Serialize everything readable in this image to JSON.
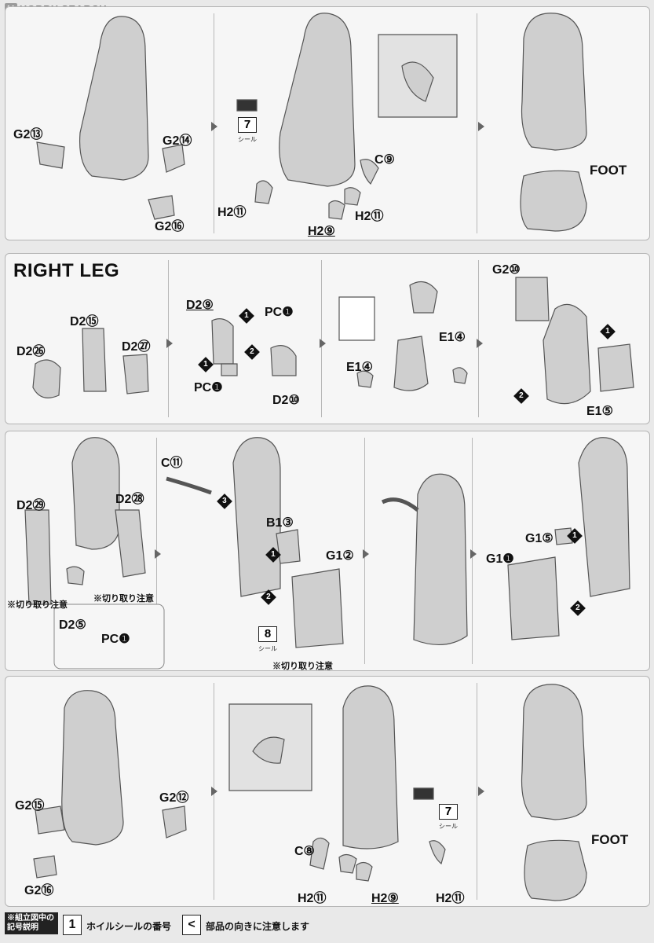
{
  "watermark": "HOBBY SEARCH",
  "section_title": "RIGHT LEG",
  "row1": {
    "s1": [
      "G2⑬",
      "G2⑭",
      "G2⑯"
    ],
    "s2": {
      "sticker_num": "7",
      "sticker_caption": "シール",
      "parts": [
        "C⑨",
        "H2⑪",
        "H2⑨",
        "H2⑪"
      ]
    },
    "s3": {
      "foot": "FOOT"
    }
  },
  "row2": {
    "s1": [
      "D2⑮",
      "D2㉖",
      "D2㉗"
    ],
    "s2": [
      "D2⑨",
      "PC❶",
      "PC❶",
      "D2⑩"
    ],
    "s3": [
      "E1④",
      "E1④"
    ],
    "s4": [
      "G2⑩",
      "E1⑤"
    ]
  },
  "row3": {
    "s1": {
      "parts": [
        "D2㉙",
        "D2㉘"
      ],
      "caution": "※切り取り注意",
      "sub": [
        "D2⑤",
        "PC❶"
      ]
    },
    "s2": {
      "parts": [
        "C⑪",
        "B1③",
        "G1②"
      ],
      "sticker_num": "8",
      "sticker_caption": "シール",
      "caution": "※切り取り注意"
    },
    "s4": [
      "G1⑤",
      "G1❶"
    ]
  },
  "row4": {
    "s1": [
      "G2⑮",
      "G2⑫",
      "G2⑯"
    ],
    "s2": {
      "sticker_num": "7",
      "sticker_caption": "シール",
      "parts": [
        "C⑧",
        "H2⑪",
        "H2⑨",
        "H2⑪"
      ]
    },
    "s3": {
      "foot": "FOOT"
    }
  },
  "legend": {
    "head": "※組立図中の記号説明",
    "sticker_sym": "1",
    "sticker_desc": "ホイルシールの番号",
    "dir_sym": "<",
    "dir_desc": "部品の向きに注意します"
  }
}
